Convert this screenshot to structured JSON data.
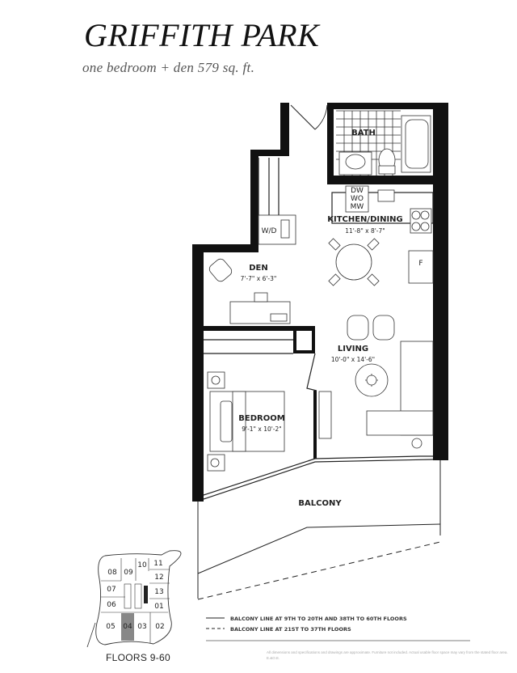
{
  "header": {
    "title": "GRIFFITH PARK",
    "subtitle": "one bedroom + den 579 sq. ft."
  },
  "rooms": {
    "bath": {
      "label": "BATH"
    },
    "kitchen": {
      "label": "KITCHEN/DINING",
      "dims": "11'-8\" x 8'-7\""
    },
    "den": {
      "label": "DEN",
      "dims": "7'-7\" x 6'-3\""
    },
    "living": {
      "label": "LIVING",
      "dims": "10'-0\" x 14'-6\""
    },
    "bedroom": {
      "label": "BEDROOM",
      "dims": "9'-1\" x 10'-2\""
    },
    "balcony": {
      "label": "BALCONY"
    },
    "washer_dryer": "W/D",
    "appliance_stack": [
      "DW",
      "WO",
      "MW"
    ],
    "fridge": "F"
  },
  "legend": {
    "solid": "BALCONY LINE AT 9TH TO 20TH AND 38TH TO 60TH FLOORS",
    "dashed": "BALCONY LINE AT 21ST TO 37TH FLOORS"
  },
  "key_plan": {
    "units": [
      "08",
      "09",
      "10",
      "11",
      "12",
      "07",
      "13",
      "06",
      "01",
      "05",
      "04",
      "03",
      "02"
    ],
    "highlighted_unit": "04",
    "caption": "FLOORS 9-60"
  },
  "disclaimer": "All dimensions and specifications and drawings are approximate. Furniture not included. Actual usable floor space may vary from the stated floor area. E.&O.E."
}
